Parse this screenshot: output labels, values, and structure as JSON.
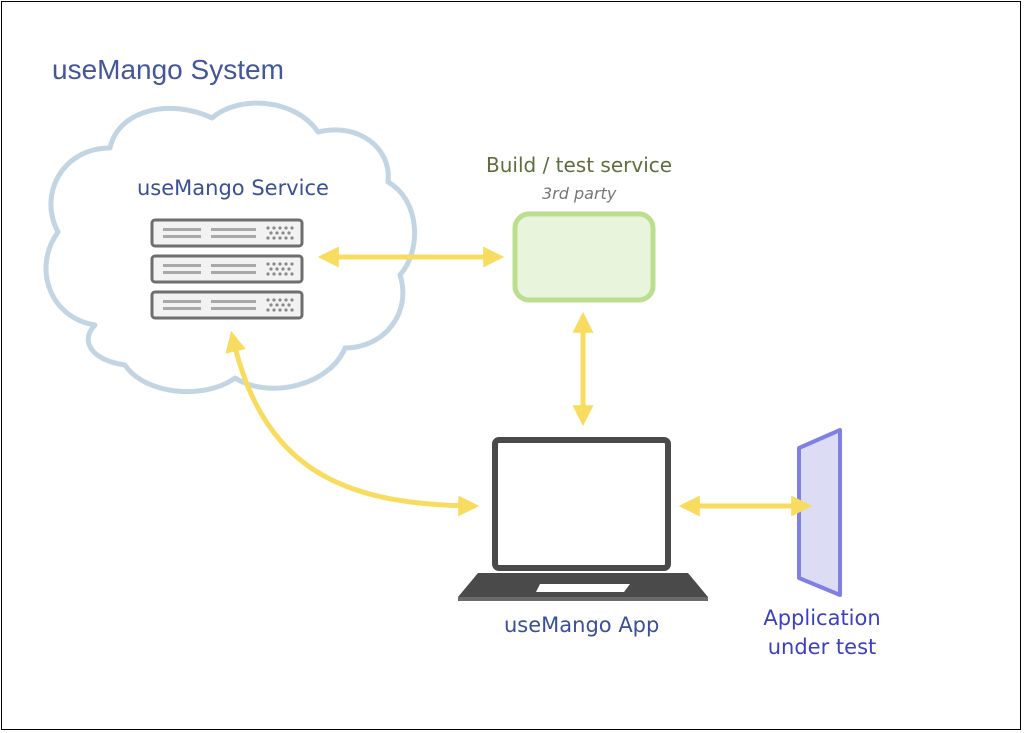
{
  "title": "useMango System",
  "nodes": {
    "service": {
      "label": "useMango Service",
      "icon": "server-rack-icon"
    },
    "build": {
      "label": "Build / test service",
      "sublabel": "3rd party"
    },
    "app": {
      "label": "useMango App",
      "icon": "laptop-icon"
    },
    "aut": {
      "label_line1": "Application",
      "label_line2": "under test"
    }
  },
  "connections": [
    {
      "from": "useMango Service",
      "to": "Build / test service",
      "direction": "bidirectional"
    },
    {
      "from": "Build / test service",
      "to": "useMango App",
      "direction": "bidirectional"
    },
    {
      "from": "useMango Service",
      "to": "useMango App",
      "direction": "bidirectional"
    },
    {
      "from": "useMango App",
      "to": "Application under test",
      "direction": "bidirectional"
    }
  ],
  "colors": {
    "title": "#44569b",
    "cloud_stroke": "#c3d5e3",
    "arrow": "#f7dc5f",
    "build_box_fill": "#e9f4dd",
    "build_box_stroke": "#b9df8f",
    "laptop": "#4a4a4a",
    "aut_fill": "#dcdcf4",
    "aut_stroke": "#7f7fe6",
    "aut_text": "#3c3fc6"
  }
}
